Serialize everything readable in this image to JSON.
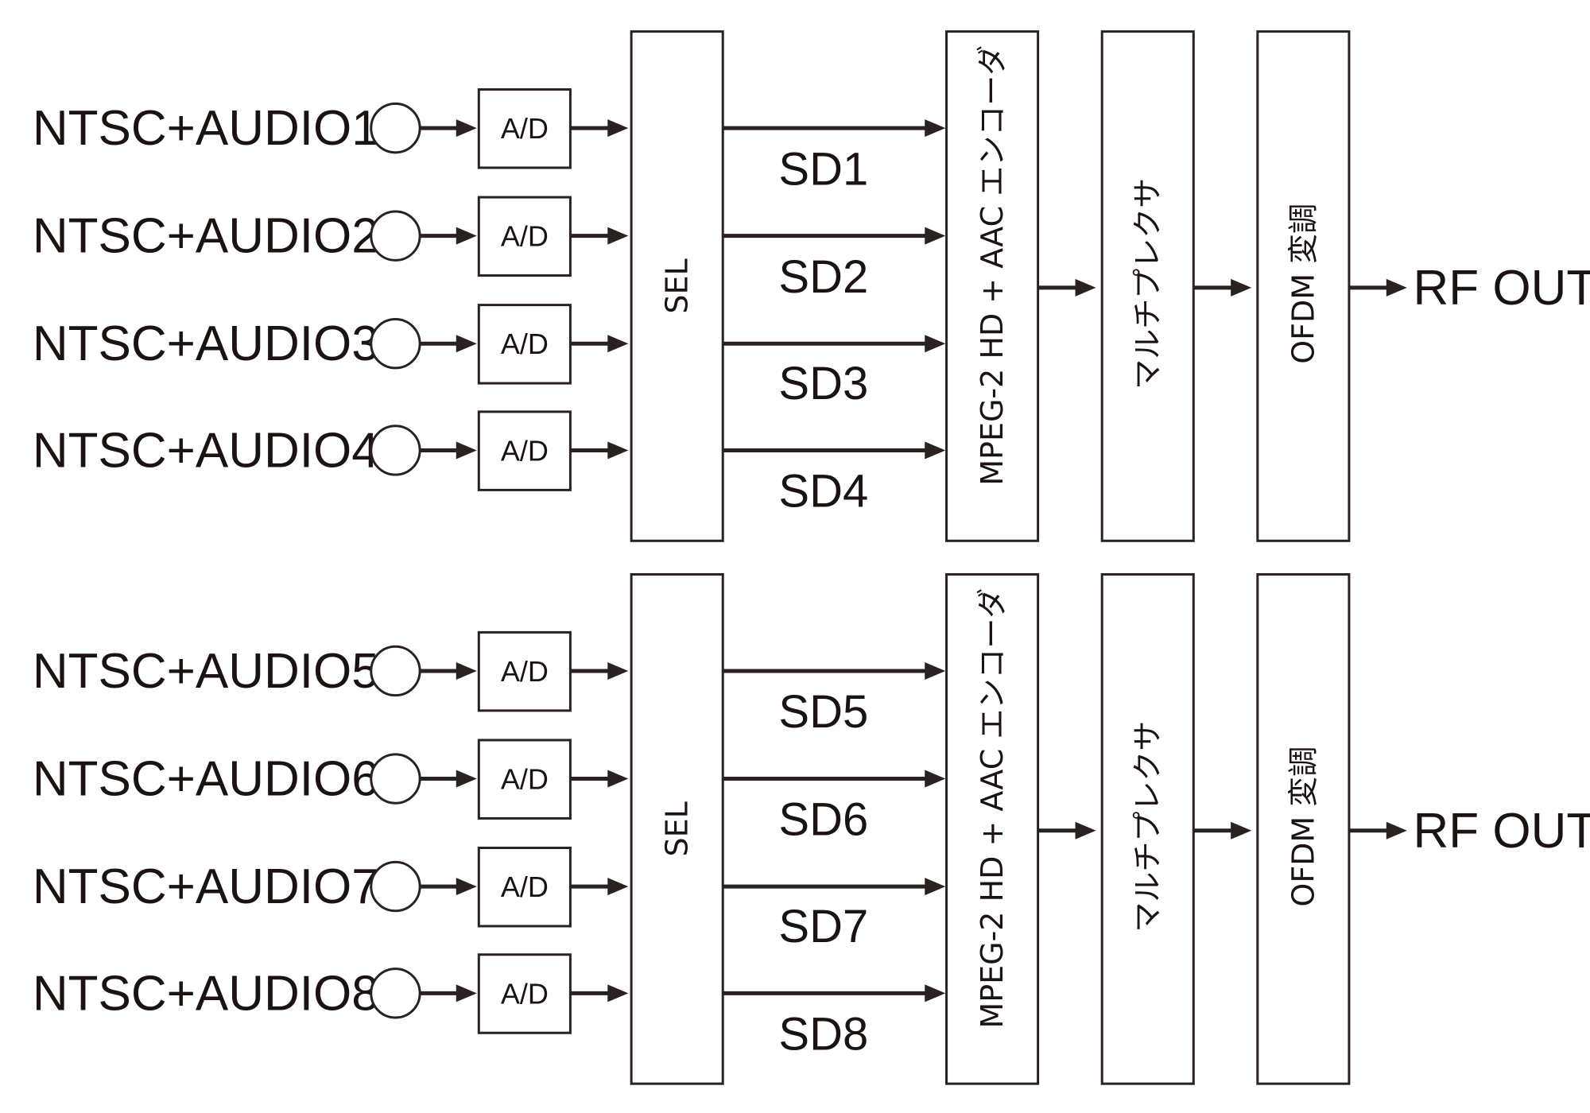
{
  "blocks": [
    {
      "inputs": [
        "NTSC+AUDIO1",
        "NTSC+AUDIO2",
        "NTSC+AUDIO3",
        "NTSC+AUDIO4"
      ],
      "sd": [
        "SD1",
        "SD2",
        "SD3",
        "SD4"
      ],
      "adc_label": "A/D",
      "selector_label": "SEL",
      "encoder_label": "MPEG-2 HD + AAC エンコーダ",
      "mux_label": "マルチプレクサ",
      "modulator_label": "OFDM 変調",
      "output_label": "RF OUT"
    },
    {
      "inputs": [
        "NTSC+AUDIO5",
        "NTSC+AUDIO6",
        "NTSC+AUDIO7",
        "NTSC+AUDIO8"
      ],
      "sd": [
        "SD5",
        "SD6",
        "SD7",
        "SD8"
      ],
      "adc_label": "A/D",
      "selector_label": "SEL",
      "encoder_label": "MPEG-2 HD + AAC エンコーダ",
      "mux_label": "マルチプレクサ",
      "modulator_label": "OFDM 変調",
      "output_label": "RF OUT"
    }
  ],
  "colors": {
    "ink": "#2a2220",
    "text": "#1a1311",
    "background": "#ffffff"
  }
}
